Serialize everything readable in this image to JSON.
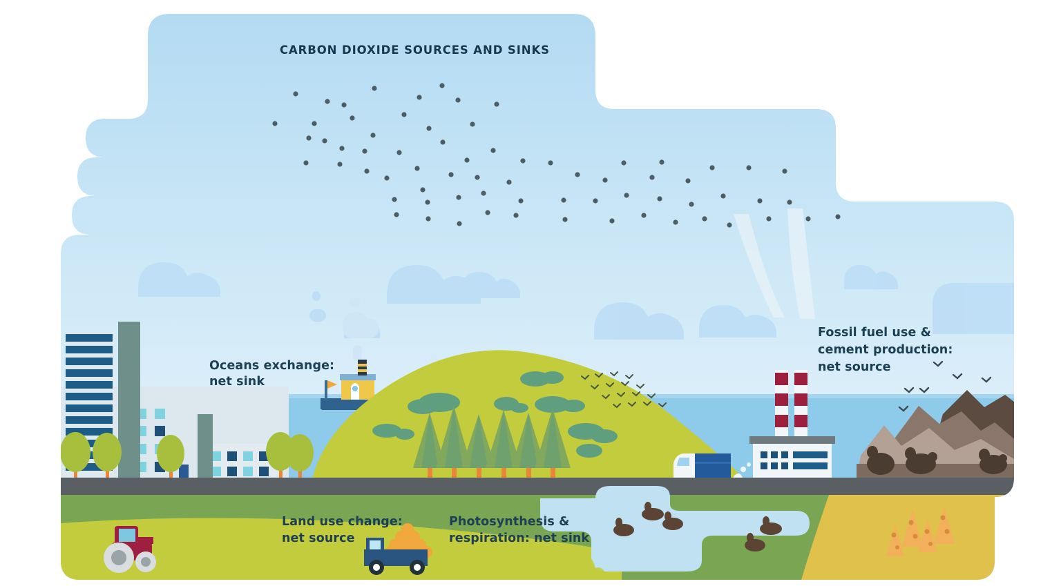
{
  "meta": {
    "title": "CARBON DIOXIDE SOURCES AND SINKS",
    "kind": "infographic-illustration"
  },
  "labels": {
    "title": "CARBON DIOXIDE SOURCES AND SINKS",
    "oceans": "Oceans exchange:\nnet sink",
    "oceans_line1": "Oceans exchange:",
    "oceans_line2": "net sink",
    "fossil_line1": "Fossil fuel use &",
    "fossil_line2": "cement production:",
    "fossil_line3": "net source",
    "landuse_line1": "Land use change:",
    "landuse_line2": "net source",
    "photo_line1": "Photosynthesis &",
    "photo_line2": "respiration: net sink"
  },
  "colors": {
    "page_background": "#ffffff",
    "sky_top": "#b5dcf3",
    "sky_bottom": "#eaf5fb",
    "cloud": "#bfdef3",
    "co2_dot": "#4a5a63",
    "sea": "#8ecaea",
    "sea_light": "#a9d8ef",
    "hill_green": "#c3cc3c",
    "conifer": "#6fa16f",
    "bush": "#5f9e7e",
    "grass": "#7aa654",
    "grass_dark": "#6e9a4d",
    "field_yellow": "#dfc14b",
    "road": "#5a5f63",
    "text": "#1d3f54",
    "city_tower": "#1d5c86",
    "city_teal": "#6f8f8b",
    "building": "#dde7ee",
    "window_cyan": "#7fd3e0",
    "window_navy": "#1d4f79",
    "boat_hull": "#2a5a85",
    "boat_cabin": "#efc84b",
    "stack_band": "#9c1f3d",
    "rock_dark": "#5c4b41",
    "rock_mid": "#8a766a",
    "rock_light": "#b3a195",
    "truck_blue": "#235a9c",
    "tractor_red": "#9e1f3f",
    "pickup_blue": "#2a5580",
    "produce_orange": "#f0a83c",
    "duck": "#5b4434",
    "tree_trunk": "#e8873a",
    "tree_crown": "#a8bf3e",
    "haystack": "#f2b05a"
  },
  "scene": {
    "elements": [
      {
        "name": "sky-blob",
        "kind": "background"
      },
      {
        "name": "co2-dot-field",
        "kind": "particles",
        "count": 96
      },
      {
        "name": "cloud-group",
        "kind": "decor",
        "count": 9
      },
      {
        "name": "sea",
        "kind": "water"
      },
      {
        "name": "city-skyline",
        "kind": "scenery"
      },
      {
        "name": "cargo-ship",
        "kind": "vehicle"
      },
      {
        "name": "green-hill",
        "kind": "landform"
      },
      {
        "name": "conifer-forest",
        "kind": "vegetation",
        "count": 6
      },
      {
        "name": "bird-flock",
        "kind": "wildlife"
      },
      {
        "name": "factory",
        "kind": "scenery"
      },
      {
        "name": "rocky-cliffs",
        "kind": "landform"
      },
      {
        "name": "seals",
        "kind": "wildlife",
        "count": 4
      },
      {
        "name": "delivery-truck",
        "kind": "vehicle"
      },
      {
        "name": "road",
        "kind": "infrastructure"
      },
      {
        "name": "farmland",
        "kind": "landform"
      },
      {
        "name": "tractor",
        "kind": "vehicle"
      },
      {
        "name": "pickup-truck",
        "kind": "vehicle"
      },
      {
        "name": "pond",
        "kind": "water"
      },
      {
        "name": "ducks",
        "kind": "wildlife",
        "count": 5
      },
      {
        "name": "haystacks",
        "kind": "agriculture",
        "count": 4
      }
    ]
  },
  "chart_data": {
    "type": "diagram",
    "title": "CARBON DIOXIDE SOURCES AND SINKS",
    "categories": [
      "Oceans exchange",
      "Fossil fuel use & cement production",
      "Land use change",
      "Photosynthesis & respiration"
    ],
    "classification": [
      "net sink",
      "net source",
      "net source",
      "net sink"
    ],
    "series": [
      {
        "name": "sinks",
        "items": [
          "Oceans exchange",
          "Photosynthesis & respiration"
        ]
      },
      {
        "name": "sources",
        "items": [
          "Fossil fuel use & cement production",
          "Land use change"
        ]
      }
    ],
    "legend_position": "in-scene annotations",
    "grid": false
  }
}
